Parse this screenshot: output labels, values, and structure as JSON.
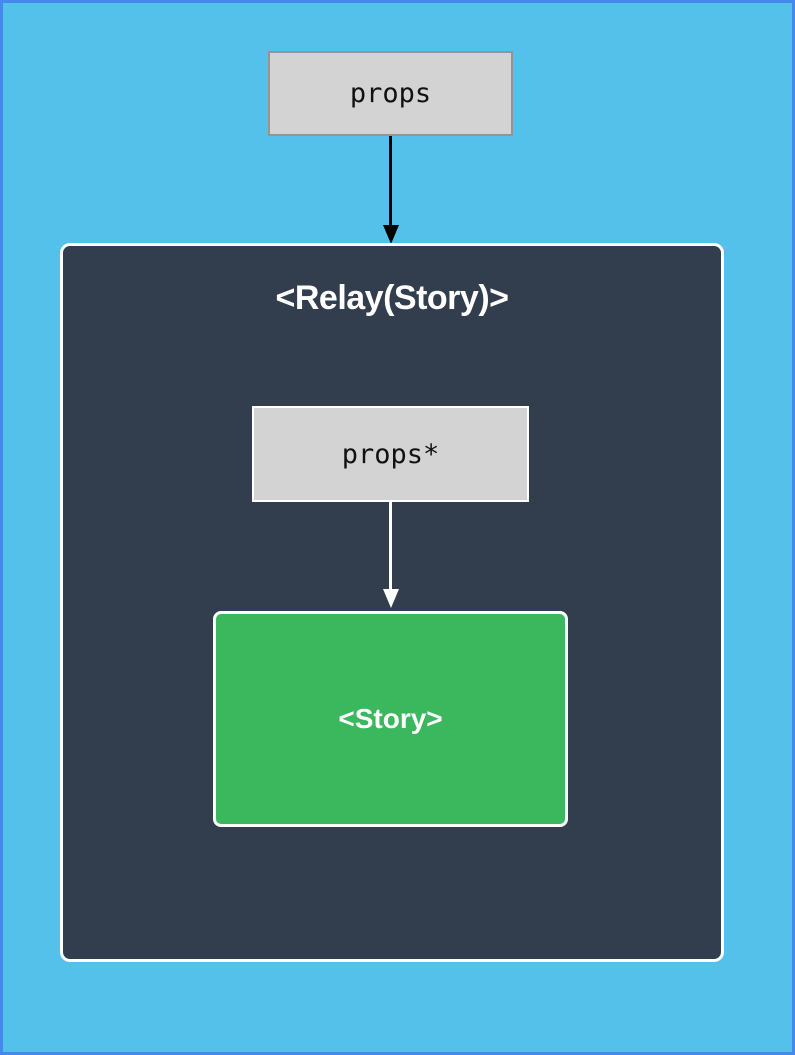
{
  "diagram": {
    "outer_props_box": {
      "label": "props"
    },
    "relay_container": {
      "title": "<Relay(Story)>"
    },
    "inner_props_box": {
      "label": "props*"
    },
    "story_box": {
      "label": "<Story>"
    }
  },
  "colors": {
    "page-background": "#53c1e9",
    "page-border": "#4589ec",
    "container-background": "#323e4d",
    "container-border": "#ffffff",
    "box-background": "#d3d3d3",
    "outer-box-border": "#949494",
    "inner-box-border": "#ffffff",
    "story-background": "#3bb75e",
    "arrow-outer": "#000000",
    "arrow-inner": "#ffffff",
    "mono-text": "#111111",
    "light-text": "#ffffff"
  }
}
